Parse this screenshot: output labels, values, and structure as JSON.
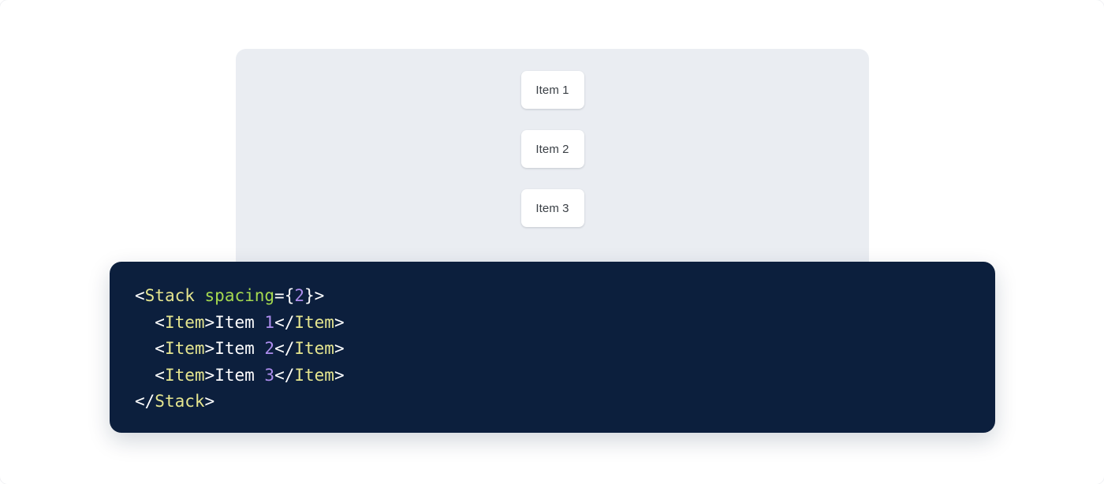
{
  "colors": {
    "page_background": "#ffffff",
    "panel_background": "#eaedf2",
    "card_background": "#ffffff",
    "card_text": "#3b4046",
    "code_background": "#0c1f3d",
    "code_default_text": "#ffffff",
    "code_tag": "#e6e68f",
    "code_attribute": "#a5d94f",
    "code_number": "#ac8ded"
  },
  "preview": {
    "component_name": "Stack",
    "items": [
      {
        "label": "Item 1"
      },
      {
        "label": "Item 2"
      },
      {
        "label": "Item 3"
      }
    ]
  },
  "code": {
    "language": "jsx",
    "lines": [
      {
        "indent": "",
        "tokens": [
          {
            "text": "<",
            "type": "punct"
          },
          {
            "text": "Stack",
            "type": "tag"
          },
          {
            "text": " ",
            "type": "punct"
          },
          {
            "text": "spacing",
            "type": "attr"
          },
          {
            "text": "={",
            "type": "punct"
          },
          {
            "text": "2",
            "type": "num"
          },
          {
            "text": "}>",
            "type": "punct"
          }
        ]
      },
      {
        "indent": "  ",
        "tokens": [
          {
            "text": "<",
            "type": "punct"
          },
          {
            "text": "Item",
            "type": "tag"
          },
          {
            "text": ">",
            "type": "punct"
          },
          {
            "text": "Item ",
            "type": "text"
          },
          {
            "text": "1",
            "type": "num"
          },
          {
            "text": "</",
            "type": "punct"
          },
          {
            "text": "Item",
            "type": "tag"
          },
          {
            "text": ">",
            "type": "punct"
          }
        ]
      },
      {
        "indent": "  ",
        "tokens": [
          {
            "text": "<",
            "type": "punct"
          },
          {
            "text": "Item",
            "type": "tag"
          },
          {
            "text": ">",
            "type": "punct"
          },
          {
            "text": "Item ",
            "type": "text"
          },
          {
            "text": "2",
            "type": "num"
          },
          {
            "text": "</",
            "type": "punct"
          },
          {
            "text": "Item",
            "type": "tag"
          },
          {
            "text": ">",
            "type": "punct"
          }
        ]
      },
      {
        "indent": "  ",
        "tokens": [
          {
            "text": "<",
            "type": "punct"
          },
          {
            "text": "Item",
            "type": "tag"
          },
          {
            "text": ">",
            "type": "punct"
          },
          {
            "text": "Item ",
            "type": "text"
          },
          {
            "text": "3",
            "type": "num"
          },
          {
            "text": "</",
            "type": "punct"
          },
          {
            "text": "Item",
            "type": "tag"
          },
          {
            "text": ">",
            "type": "punct"
          }
        ]
      },
      {
        "indent": "",
        "tokens": [
          {
            "text": "</",
            "type": "punct"
          },
          {
            "text": "Stack",
            "type": "tag"
          },
          {
            "text": ">",
            "type": "punct"
          }
        ]
      }
    ]
  }
}
